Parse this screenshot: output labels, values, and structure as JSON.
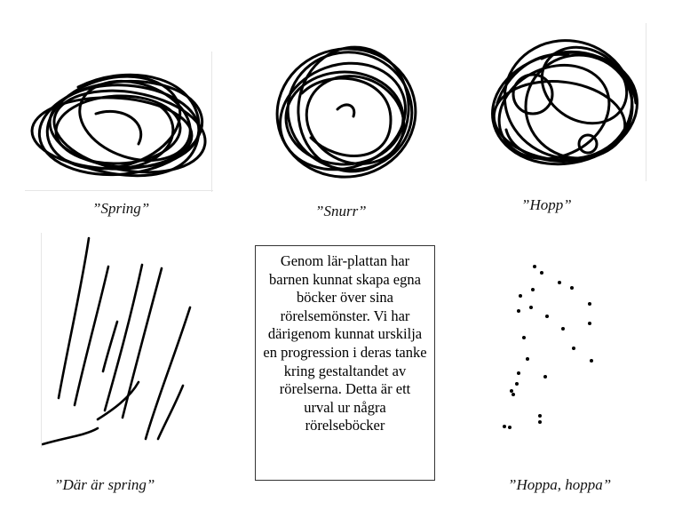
{
  "panels": [
    {
      "id": "spring",
      "caption": "”Spring”",
      "drawing": "scribble-oval"
    },
    {
      "id": "snurr",
      "caption": "”Snurr”",
      "drawing": "scribble-round"
    },
    {
      "id": "hopp",
      "caption": "”Hopp”",
      "drawing": "scribble-tangle"
    },
    {
      "id": "dar-ar-spring",
      "caption": "”Där är spring”",
      "drawing": "diagonal-strokes"
    },
    {
      "id": "hoppa-hoppa",
      "caption": "”Hoppa, hoppa”",
      "drawing": "dot-pattern"
    }
  ],
  "textbox": {
    "text": "Genom lär-plattan har barnen kunnat skapa egna böcker över sina rörelsemönster. Vi har därigenom kunnat urskilja en progression i deras tanke kring gestaltandet av rörelserna. Detta är ett urval ur några rörelseböcker"
  },
  "colors": {
    "ink": "#000000",
    "frame": "#e6e6e6",
    "box_border": "#333333"
  }
}
